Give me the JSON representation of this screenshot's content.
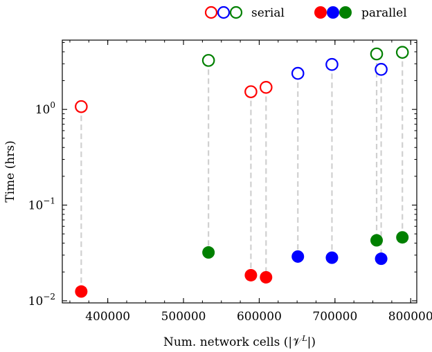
{
  "chart_data": {
    "type": "scatter",
    "title": "",
    "xlabel": "Num. network cells (|𝒱",
    "xlabel_sup": "L",
    "xlabel_end": "|)",
    "ylabel": "Time (hrs)",
    "xlim": [
      340000,
      808000
    ],
    "ylim": [
      0.0095,
      5.3
    ],
    "yscale": "log",
    "grid": false,
    "legend_position": "top",
    "x_ticks": [
      {
        "value": 400000,
        "label": "400000"
      },
      {
        "value": 500000,
        "label": "500000"
      },
      {
        "value": 600000,
        "label": "600000"
      },
      {
        "value": 700000,
        "label": "700000"
      },
      {
        "value": 800000,
        "label": "800000"
      }
    ],
    "y_ticks": [
      {
        "value": 0.01,
        "base": "10",
        "exp": "−2"
      },
      {
        "value": 0.1,
        "base": "10",
        "exp": "−1"
      },
      {
        "value": 1,
        "base": "10",
        "exp": "0"
      }
    ],
    "legend": [
      {
        "label": "serial",
        "style": "open",
        "colors": [
          "#ff0000",
          "#0000ff",
          "#008000"
        ]
      },
      {
        "label": "parallel",
        "style": "filled",
        "colors": [
          "#ff0000",
          "#0000ff",
          "#008000"
        ]
      }
    ],
    "points": [
      {
        "x": 365000,
        "serial": 1.07,
        "parallel": 0.0125,
        "color": "#ff0000"
      },
      {
        "x": 533000,
        "serial": 3.25,
        "parallel": 0.032,
        "color": "#008000"
      },
      {
        "x": 589000,
        "serial": 1.53,
        "parallel": 0.0185,
        "color": "#ff0000"
      },
      {
        "x": 609000,
        "serial": 1.7,
        "parallel": 0.0176,
        "color": "#ff0000"
      },
      {
        "x": 651000,
        "serial": 2.38,
        "parallel": 0.029,
        "color": "#0000ff"
      },
      {
        "x": 696000,
        "serial": 2.95,
        "parallel": 0.0282,
        "color": "#0000ff"
      },
      {
        "x": 755000,
        "serial": 3.8,
        "parallel": 0.0428,
        "color": "#008000"
      },
      {
        "x": 761000,
        "serial": 2.62,
        "parallel": 0.0275,
        "color": "#0000ff"
      },
      {
        "x": 789000,
        "serial": 3.95,
        "parallel": 0.046,
        "color": "#008000"
      }
    ],
    "connector_color": "#d0d0d0"
  }
}
